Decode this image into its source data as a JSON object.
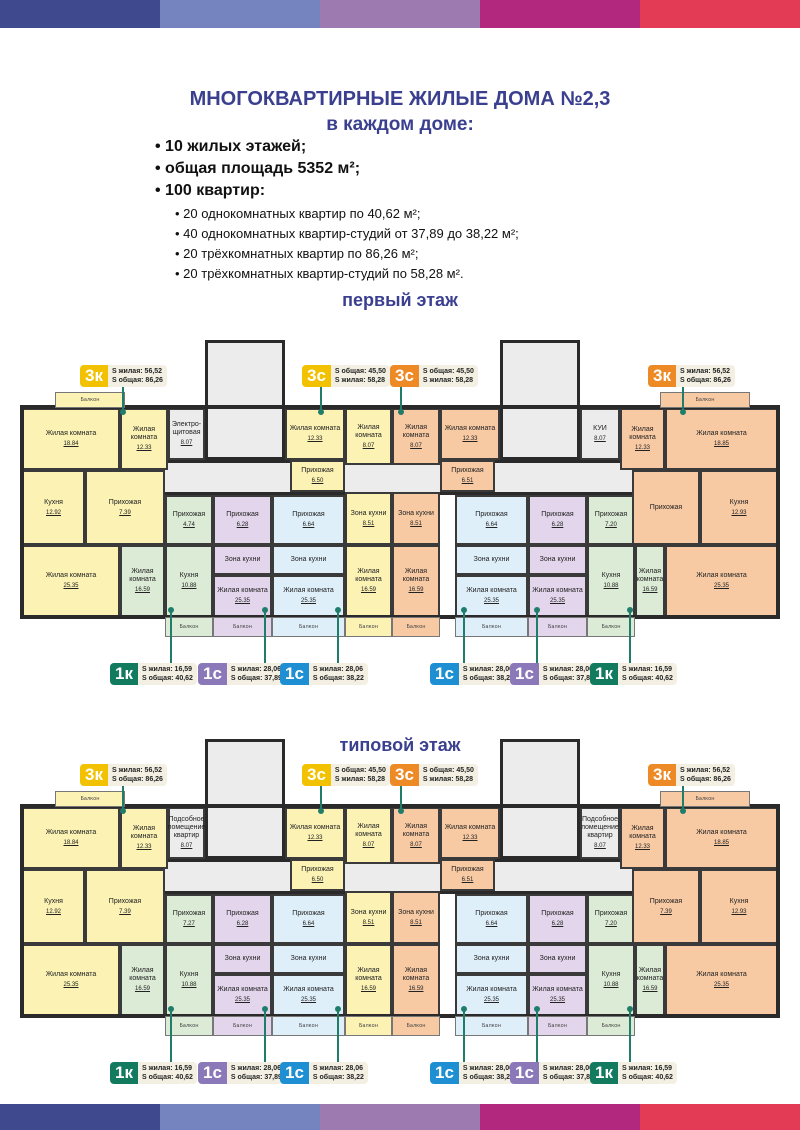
{
  "colors": {
    "band": [
      "#3f4a8e",
      "#7583bf",
      "#9d7bb0",
      "#b3287f",
      "#e33a55"
    ],
    "title": "#3a3f8f",
    "yellow_badge": "#f2c100",
    "orange_badge": "#ee8a25",
    "green_badge": "#127a5e",
    "purple_badge": "#8a78b8",
    "blue_badge": "#1d8fd2",
    "yellow_room": "#fbf2b4",
    "orange_room": "#f8caa4",
    "green_room": "#dcebd6",
    "purple_room": "#e3d6ec",
    "blue_room": "#dfeffa",
    "gray_room": "#ececec"
  },
  "header": {
    "title": "МНОГОКВАРТИРНЫЕ ЖИЛЫЕ ДОМА №2,3",
    "subtitle": "в каждом доме:",
    "bullets": [
      "• 10 жилых этажей;",
      "• общая площадь 5352 м²;",
      "• 100 квартир:"
    ],
    "sub_bullets": [
      "• 20 однокомнатных квартир по 40,62 м²;",
      "• 40 однокомнатных квартир-студий от 37,89 до 38,22 м²;",
      "• 20 трёхкомнатных квартир по 86,26 м²;",
      "• 20 трёхкомнатных квартир-студий по 58,28 м²."
    ]
  },
  "floors": [
    {
      "title": "первый этаж",
      "balcony": "Балкон",
      "rooms": [
        {
          "name": "Жилая комната",
          "area": "18.84"
        },
        {
          "name": "Жилая комната",
          "area": "12.33"
        },
        {
          "name": "Кухня",
          "area": "12.92"
        },
        {
          "name": "Прихожая",
          "area": "7.39"
        },
        {
          "name": "Жилая комната",
          "area": "25.35"
        },
        {
          "name": "Жилая комната",
          "area": "16.59"
        },
        {
          "name": "Электро-щитовая",
          "area": "8.07"
        },
        {
          "name": "Прихожая",
          "area": "4.74"
        },
        {
          "name": "Кухня",
          "area": "10.88"
        },
        {
          "name": "Прихожая",
          "area": "6.28"
        },
        {
          "name": "Зона кухни",
          "area": ""
        },
        {
          "name": "Жилая комната",
          "area": "25.35"
        },
        {
          "name": "Прихожая",
          "area": "6.64"
        },
        {
          "name": "Зона кухни",
          "area": ""
        },
        {
          "name": "Жилая комната",
          "area": "25.35"
        },
        {
          "name": "Жилая комната",
          "area": "12.33"
        },
        {
          "name": "Прихожая",
          "area": "6.50"
        },
        {
          "name": "Жилая комната",
          "area": "8.07"
        },
        {
          "name": "Зона кухни",
          "area": "8.51"
        },
        {
          "name": "Жилая комната",
          "area": "16.59"
        },
        {
          "name": "Жилая комната",
          "area": "8.07"
        },
        {
          "name": "Зона кухни",
          "area": "8.51"
        },
        {
          "name": "Жилая комната",
          "area": "16.59"
        },
        {
          "name": "Жилая комната",
          "area": "12.33"
        },
        {
          "name": "Прихожая",
          "area": "6.51"
        },
        {
          "name": "Прихожая",
          "area": "6.64"
        },
        {
          "name": "Зона кухни",
          "area": ""
        },
        {
          "name": "Жилая комната",
          "area": "25.35"
        },
        {
          "name": "Прихожая",
          "area": "6.28"
        },
        {
          "name": "Зона кухни",
          "area": ""
        },
        {
          "name": "Жилая комната",
          "area": "25.35"
        },
        {
          "name": "Прихожая",
          "area": "7.20"
        },
        {
          "name": "Кухня",
          "area": "10.88"
        },
        {
          "name": "Жилая комната",
          "area": "16.59"
        },
        {
          "name": "КУИ",
          "area": "8.07"
        },
        {
          "name": "Жилая комната",
          "area": "12.33"
        },
        {
          "name": "Жилая комната",
          "area": "18.85"
        },
        {
          "name": "Прихожая",
          "area": ""
        },
        {
          "name": "Кухня",
          "area": "12.93"
        },
        {
          "name": "Жилая комната",
          "area": "25.35"
        }
      ],
      "badges_top": [
        {
          "label": "3к",
          "line1": "S жилая: 56,52",
          "line2": "S общая: 86,26",
          "color": "yellow"
        },
        {
          "label": "3с",
          "line1": "S общая: 45,50",
          "line2": "S жилая: 58,28",
          "color": "yellow"
        },
        {
          "label": "3с",
          "line1": "S общая: 45,50",
          "line2": "S жилая: 58,28",
          "color": "orange"
        },
        {
          "label": "3к",
          "line1": "S жилая: 56,52",
          "line2": "S общая: 86,26",
          "color": "orange"
        }
      ],
      "badges_bottom": [
        {
          "label": "1к",
          "line1": "S жилая: 16,59",
          "line2": "S общая: 40,62",
          "color": "green"
        },
        {
          "label": "1с",
          "line1": "S жилая: 28,06",
          "line2": "S общая: 37,89",
          "color": "purple"
        },
        {
          "label": "1с",
          "line1": "S жилая: 28,06",
          "line2": "S общая: 38,22",
          "color": "blue"
        },
        {
          "label": "1с",
          "line1": "S жилая: 28,06",
          "line2": "S общая: 38,22",
          "color": "blue"
        },
        {
          "label": "1с",
          "line1": "S жилая: 28,06",
          "line2": "S общая: 37,89",
          "color": "purple"
        },
        {
          "label": "1к",
          "line1": "S жилая: 16,59",
          "line2": "S общая: 40,62",
          "color": "green"
        }
      ]
    },
    {
      "title": "типовой этаж",
      "balcony": "Балкон",
      "rooms": [
        {
          "name": "Жилая комната",
          "area": "18.84"
        },
        {
          "name": "Жилая комната",
          "area": "12.33"
        },
        {
          "name": "Кухня",
          "area": "12.92"
        },
        {
          "name": "Прихожая",
          "area": "7.39"
        },
        {
          "name": "Жилая комната",
          "area": "25.35"
        },
        {
          "name": "Жилая комната",
          "area": "16.59"
        },
        {
          "name": "Подсобное помещение квартир",
          "area": "8.07"
        },
        {
          "name": "Прихожая",
          "area": "7.27"
        },
        {
          "name": "Кухня",
          "area": "10.88"
        },
        {
          "name": "Прихожая",
          "area": "6.28"
        },
        {
          "name": "Зона кухни",
          "area": ""
        },
        {
          "name": "Жилая комната",
          "area": "25.35"
        },
        {
          "name": "Прихожая",
          "area": "6.64"
        },
        {
          "name": "Зона кухни",
          "area": ""
        },
        {
          "name": "Жилая комната",
          "area": "25.35"
        },
        {
          "name": "Жилая комната",
          "area": "12.33"
        },
        {
          "name": "Прихожая",
          "area": "6.50"
        },
        {
          "name": "Жилая комната",
          "area": "8.07"
        },
        {
          "name": "Зона кухни",
          "area": "8.51"
        },
        {
          "name": "Жилая комната",
          "area": "16.59"
        },
        {
          "name": "Жилая комната",
          "area": "8.07"
        },
        {
          "name": "Зона кухни",
          "area": "8.51"
        },
        {
          "name": "Жилая комната",
          "area": "16.59"
        },
        {
          "name": "Жилая комната",
          "area": "12.33"
        },
        {
          "name": "Прихожая",
          "area": "6.51"
        },
        {
          "name": "Прихожая",
          "area": "6.64"
        },
        {
          "name": "Зона кухни",
          "area": ""
        },
        {
          "name": "Жилая комната",
          "area": "25.35"
        },
        {
          "name": "Прихожая",
          "area": "6.28"
        },
        {
          "name": "Зона кухни",
          "area": ""
        },
        {
          "name": "Жилая комната",
          "area": "25.35"
        },
        {
          "name": "Прихожая",
          "area": "7.20"
        },
        {
          "name": "Кухня",
          "area": "10.88"
        },
        {
          "name": "Жилая комната",
          "area": "16.59"
        },
        {
          "name": "Подсобное помещение квартир",
          "area": "8.07"
        },
        {
          "name": "Жилая комната",
          "area": "12.33"
        },
        {
          "name": "Жилая комната",
          "area": "18.85"
        },
        {
          "name": "Прихожая",
          "area": "7.39"
        },
        {
          "name": "Кухня",
          "area": "12.93"
        },
        {
          "name": "Жилая комната",
          "area": "25.35"
        }
      ],
      "badges_top": [
        {
          "label": "3к",
          "line1": "S жилая: 56,52",
          "line2": "S общая: 86,26",
          "color": "yellow"
        },
        {
          "label": "3с",
          "line1": "S общая: 45,50",
          "line2": "S жилая: 58,28",
          "color": "yellow"
        },
        {
          "label": "3с",
          "line1": "S общая: 45,50",
          "line2": "S жилая: 58,28",
          "color": "orange"
        },
        {
          "label": "3к",
          "line1": "S жилая: 56,52",
          "line2": "S общая: 86,26",
          "color": "orange"
        }
      ],
      "badges_bottom": [
        {
          "label": "1к",
          "line1": "S жилая: 16,59",
          "line2": "S общая: 40,62",
          "color": "green"
        },
        {
          "label": "1с",
          "line1": "S жилая: 28,06",
          "line2": "S общая: 37,89",
          "color": "purple"
        },
        {
          "label": "1с",
          "line1": "S жилая: 28,06",
          "line2": "S общая: 38,22",
          "color": "blue"
        },
        {
          "label": "1с",
          "line1": "S жилая: 28,06",
          "line2": "S общая: 38,22",
          "color": "blue"
        },
        {
          "label": "1с",
          "line1": "S жилая: 28,06",
          "line2": "S общая: 37,89",
          "color": "purple"
        },
        {
          "label": "1к",
          "line1": "S жилая: 16,59",
          "line2": "S общая: 40,62",
          "color": "green"
        }
      ]
    }
  ]
}
